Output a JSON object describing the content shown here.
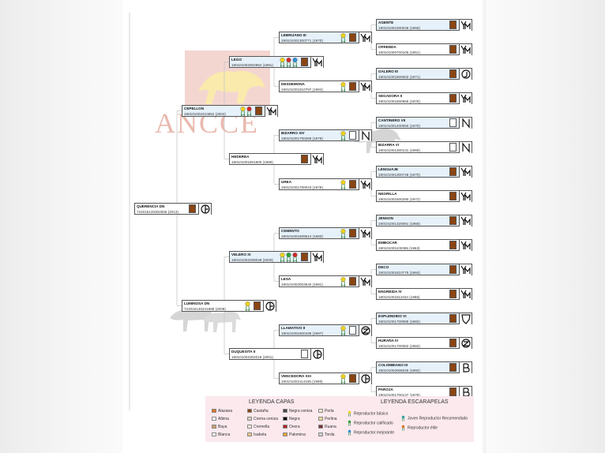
{
  "horses": [
    {
      "id": "q",
      "name": "QUERENCIA DN",
      "reg": "724015130302556 (2013)",
      "sex": "f",
      "coat": "Castaña",
      "brand": "circle-line",
      "ros": []
    },
    {
      "id": "c1",
      "name": "CEPELLON",
      "reg": "190101002410652 (2004)",
      "sex": "m",
      "coat": "Castaña",
      "brand": "ym",
      "ros": [
        "#f0d21a",
        "#d22828"
      ]
    },
    {
      "id": "c2",
      "name": "LUMINOSA DN",
      "reg": "724015130241888 (2008)",
      "sex": "f",
      "coat": "Castaña",
      "brand": "circle-line",
      "ros": [
        "#f0d21a"
      ]
    },
    {
      "id": "b1",
      "name": "LEGO",
      "reg": "190101002002952 (1991)",
      "sex": "m",
      "coat": "Castaña",
      "brand": "ym",
      "ros": [
        "#f0d21a",
        "#d22828",
        "#2d8fd6"
      ]
    },
    {
      "id": "b2",
      "name": "HEDEREA",
      "reg": "190101001801800 (1988)",
      "sex": "f",
      "coat": "Castaña",
      "brand": "ym",
      "ros": []
    },
    {
      "id": "b3",
      "name": "VELERO XI",
      "reg": "190101002208048 (2000)",
      "sex": "m",
      "coat": "Castaña",
      "brand": "ym",
      "ros": [
        "#f0d21a",
        "#30a23a",
        "#d22828"
      ]
    },
    {
      "id": "b4",
      "name": "DUQUESITA II",
      "reg": "190101002302018 (2001)",
      "sex": "f",
      "coat": "Blanca",
      "brand": "circle-line",
      "ros": []
    },
    {
      "id": "a1",
      "name": "LEBRIJANO III",
      "reg": "190101001300771 (1970)",
      "sex": "m",
      "coat": "Castaña",
      "brand": "ym",
      "ros": [
        "#f0d21a"
      ]
    },
    {
      "id": "a2",
      "name": "DESDEMONA",
      "reg": "190101001810797 (1984)",
      "sex": "f",
      "coat": "Castaña",
      "brand": "ym",
      "ros": [
        "#f0d21a"
      ]
    },
    {
      "id": "a3",
      "name": "BIZARRO XIV",
      "reg": "190101001700269 (1978)",
      "sex": "m",
      "coat": "Blanca",
      "brand": "n",
      "ros": [
        "#f0d21a"
      ]
    },
    {
      "id": "a4",
      "name": "UREA",
      "reg": "190101001700043 (1978)",
      "sex": "f",
      "coat": "Castaña",
      "brand": "ym",
      "ros": [
        "#f0d21a"
      ]
    },
    {
      "id": "a5",
      "name": "CEMENTO",
      "reg": "190101001809514 (1983)",
      "sex": "m",
      "coat": "Castaña",
      "brand": "ym",
      "ros": [
        "#f0d21a"
      ]
    },
    {
      "id": "a6",
      "name": "LESA",
      "reg": "190101002003540 (1991)",
      "sex": "f",
      "coat": "Castaña",
      "brand": "ym",
      "ros": [
        "#f0d21a"
      ]
    },
    {
      "id": "a7",
      "name": "LLAMATIVO II",
      "reg": "190101001600436 (1987)",
      "sex": "m",
      "coat": "Blanca",
      "brand": "z",
      "ros": [
        "#f0d21a"
      ]
    },
    {
      "id": "a8",
      "name": "VENCEDORA XXI",
      "reg": "190101002114165 (1998)",
      "sex": "f",
      "coat": "Castaña",
      "brand": "circle-line",
      "ros": [
        "#f0d21a"
      ]
    },
    {
      "id": "g1",
      "name": "AGENTE",
      "reg": "190101001000048 (1959)",
      "sex": "m",
      "coat": "Castaña",
      "brand": "ym",
      "ros": []
    },
    {
      "id": "g2",
      "name": "OFRENDA",
      "reg": "190101000700106 (1951)",
      "sex": "f",
      "coat": "Castaña",
      "brand": "ym",
      "ros": []
    },
    {
      "id": "g3",
      "name": "GALERO III",
      "reg": "190101001500002 (1971)",
      "sex": "m",
      "coat": "Castaña",
      "brand": "circle-j",
      "ros": []
    },
    {
      "id": "g4",
      "name": "SEGADORA II",
      "reg": "190101001600966 (1976)",
      "sex": "f",
      "coat": "Castaña",
      "brand": "ym",
      "ros": []
    },
    {
      "id": "g5",
      "name": "CANTINERO VII",
      "reg": "190101001400050 (1970)",
      "sex": "m",
      "coat": "Blanca",
      "brand": "n",
      "ros": []
    },
    {
      "id": "g6",
      "name": "BIZARRA VI",
      "reg": "190101001300131 (1969)",
      "sex": "f",
      "coat": "Blanca",
      "brand": "n",
      "ros": []
    },
    {
      "id": "g7",
      "name": "LENGUAJE",
      "reg": "190101001300748 (1970)",
      "sex": "m",
      "coat": "Castaña",
      "brand": "ym",
      "ros": []
    },
    {
      "id": "g8",
      "name": "NEGRILLA",
      "reg": "190101001500290 (1972)",
      "sex": "f",
      "coat": "Castaña",
      "brand": "ym",
      "ros": []
    },
    {
      "id": "g9",
      "name": "JENSON",
      "reg": "190101001320091 (1968)",
      "sex": "m",
      "coat": "Castaña",
      "brand": "ym",
      "ros": []
    },
    {
      "id": "g10",
      "name": "EMBOCAR",
      "reg": "190101001100365 (1963)",
      "sex": "f",
      "coat": "Castaña",
      "brand": "ym",
      "ros": []
    },
    {
      "id": "g11",
      "name": "DECO",
      "reg": "190101001810775 (1984)",
      "sex": "m",
      "coat": "Castaña",
      "brand": "ym",
      "ros": []
    },
    {
      "id": "g12",
      "name": "ENGREIDA IV",
      "reg": "190101001811034 (1985)",
      "sex": "f",
      "coat": "Castaña",
      "brand": "ym",
      "ros": []
    },
    {
      "id": "g13",
      "name": "ESPLENDIDO VI",
      "reg": "190101001700085 (1982)",
      "sex": "m",
      "coat": "Castaña",
      "brand": "shield",
      "ros": []
    },
    {
      "id": "g14",
      "name": "HURAÑA IV",
      "reg": "190101001700082 (1982)",
      "sex": "f",
      "coat": "Castaña",
      "brand": "z",
      "ros": []
    },
    {
      "id": "g15",
      "name": "COLOMBIANO III",
      "reg": "190101002006026 (1992)",
      "sex": "m",
      "coat": "Castaña",
      "brand": "b",
      "ros": []
    },
    {
      "id": "g16",
      "name": "PAROJA",
      "reg": "190101001700137 (1978)",
      "sex": "f",
      "coat": "Castaña",
      "brand": "b",
      "ros": []
    }
  ],
  "colors": {
    "Castaña": "#8b4513",
    "Blanca": "#ffffff",
    "male_bg": "#e6f1fa",
    "female_bg": "#fbe9ee"
  },
  "watermark": {
    "text": "ANCCE"
  },
  "legend_capas": {
    "title": "LEYENDA CAPAS",
    "items": [
      {
        "label": "Alazana",
        "color": "#e07020"
      },
      {
        "label": "Albina",
        "color": "#ffffff"
      },
      {
        "label": "Baya",
        "color": "#c9a26a"
      },
      {
        "label": "Blanca",
        "color": "#ffffff"
      },
      {
        "label": "Castaña",
        "color": "#8b4513"
      },
      {
        "label": "Crema ceniza",
        "color": "#d8cfc0"
      },
      {
        "label": "Cremella",
        "color": "#f3ecd8"
      },
      {
        "label": "Isabela",
        "color": "#e6c98a"
      },
      {
        "label": "Negra ceniza",
        "color": "#444444"
      },
      {
        "label": "Negra",
        "color": "#000000"
      },
      {
        "label": "Overa",
        "color": "#b02020"
      },
      {
        "label": "Palomina",
        "color": "#e8a43a"
      },
      {
        "label": "Perla",
        "color": "#f3ead0"
      },
      {
        "label": "Perlina",
        "color": "#f0d890"
      },
      {
        "label": "Ruana",
        "color": "#7a3030"
      },
      {
        "label": "Torda",
        "color": "#d0d0d0"
      }
    ]
  },
  "legend_escarapelas": {
    "title": "LEYENDA ESCARAPELAS",
    "items": [
      {
        "label": "Reproductor básico",
        "color": "#f0d21a"
      },
      {
        "label": "Reproductor calificado",
        "color": "#30a23a"
      },
      {
        "label": "Reproductor mejorante",
        "color": "#2d8fd6"
      },
      {
        "label": "Joven Reproductor Recomendado",
        "color": "#30a0a0"
      },
      {
        "label": "Reproductor élite",
        "color": "#e07020"
      }
    ]
  }
}
